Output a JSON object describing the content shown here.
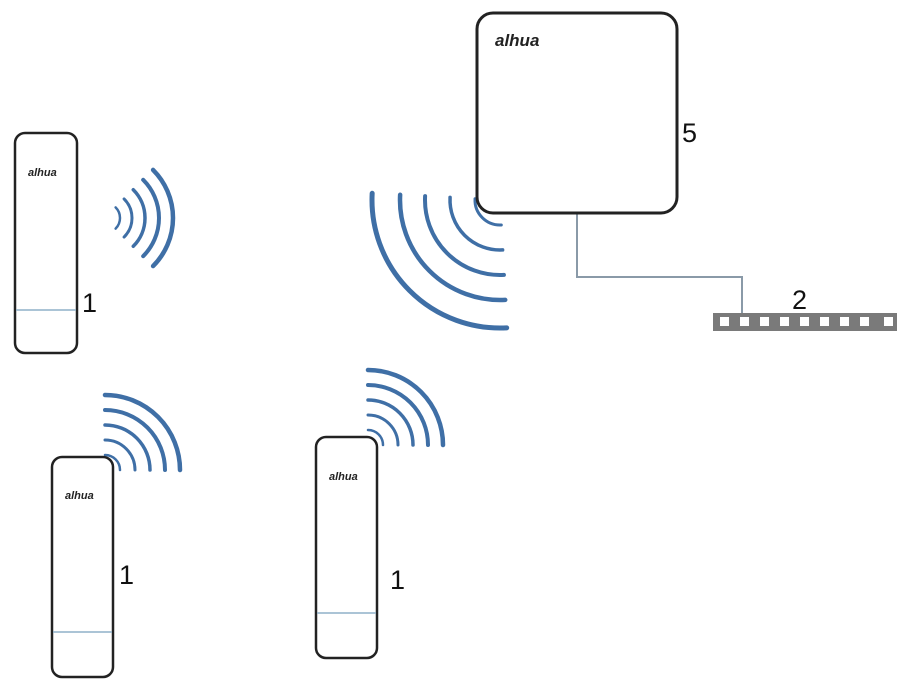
{
  "devices": [
    {
      "type": "cpe",
      "logo": "alhua",
      "label": "1"
    },
    {
      "type": "cpe",
      "logo": "alhua",
      "label": "1"
    },
    {
      "type": "cpe",
      "logo": "alhua",
      "label": "1"
    },
    {
      "type": "base-station",
      "logo": "alhua",
      "label": "5"
    },
    {
      "type": "switch",
      "label": "2"
    }
  ],
  "colors": {
    "wave": "#3f6fa6",
    "outline": "#222222",
    "switch": "#7a7a7a",
    "cable": "#8a9aa8"
  }
}
